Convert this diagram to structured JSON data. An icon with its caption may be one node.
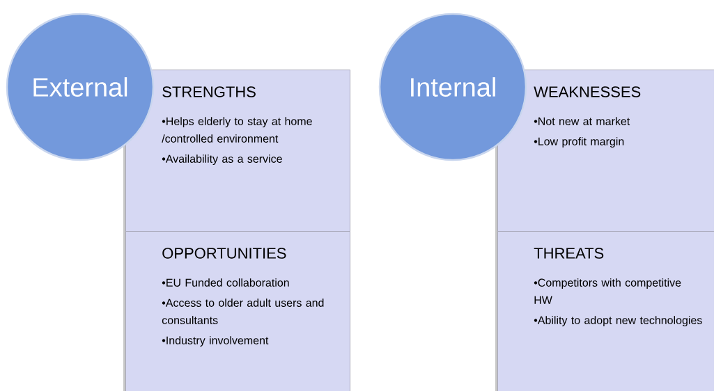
{
  "diagram": {
    "nodes": [
      {
        "text": [
          "STRENGTHS",
          "•Helps elderly to stay at home /controlled environment",
          "•Availability as a service"
        ]
      },
      {
        "text": [
          "OPPORTUNITIES",
          "•EU Funded collaboration",
          "•Access to older adult users and consultants",
          "•Industry involvement"
        ]
      },
      {
        "text": [
          "External"
        ]
      },
      {
        "text": [
          "WEAKNESSES",
          "•Not new at market",
          "•Low profit margin"
        ]
      },
      {
        "text": [
          "THREATS",
          "•Competitors with competitive HW",
          "•Ability to adopt new technologies"
        ]
      },
      {
        "text": [
          "Internal"
        ]
      }
    ]
  }
}
